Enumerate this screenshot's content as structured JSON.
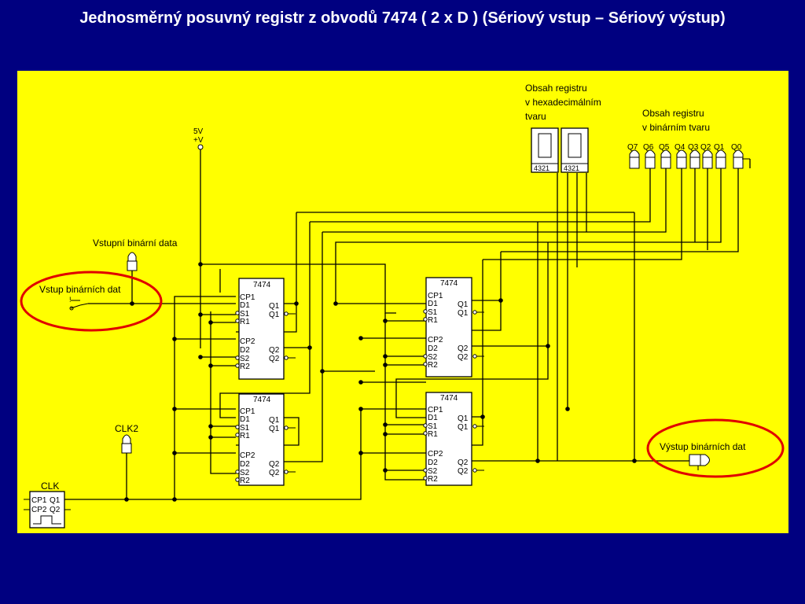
{
  "slide": {
    "title": "Jednosměrný posuvný registr z obvodů 7474 ( 2 x D ) (Sériový vstup – Sériový výstup)"
  },
  "diagram": {
    "background_color": "#ffff00",
    "highlight_color": "#e00000",
    "labels": {
      "hex_display": [
        "Obsah registru",
        "v hexadecimálním",
        "tvaru"
      ],
      "bin_display": [
        "Obsah registru",
        "v binárním tvaru"
      ],
      "supply": [
        "5V",
        "+V"
      ],
      "input_data": "Vstupní binární data",
      "input_switch": "Vstup binárních dat",
      "clk2": "CLK2",
      "clk": "CLK",
      "output": "Výstup binárních dat"
    },
    "chip_name": "7474",
    "chip_left_pins": [
      "CP1",
      "D1",
      "S1",
      "R1",
      "CP2",
      "D2",
      "S2",
      "R2"
    ],
    "chip_right_pins": [
      "Q1",
      "Q1",
      "Q2",
      "Q2"
    ],
    "digit_pins": "4321",
    "q_labels": [
      "Q7",
      "Q6",
      "Q5",
      "Q4",
      "Q3",
      "Q2",
      "Q1",
      "Q0"
    ],
    "clk_module_pins": [
      "CP1",
      "Q1",
      "CP2",
      "Q2"
    ],
    "icons": [
      "probe-icon",
      "switch-icon",
      "seven-segment-display-icon",
      "led-icon",
      "clock-generator-icon"
    ]
  }
}
